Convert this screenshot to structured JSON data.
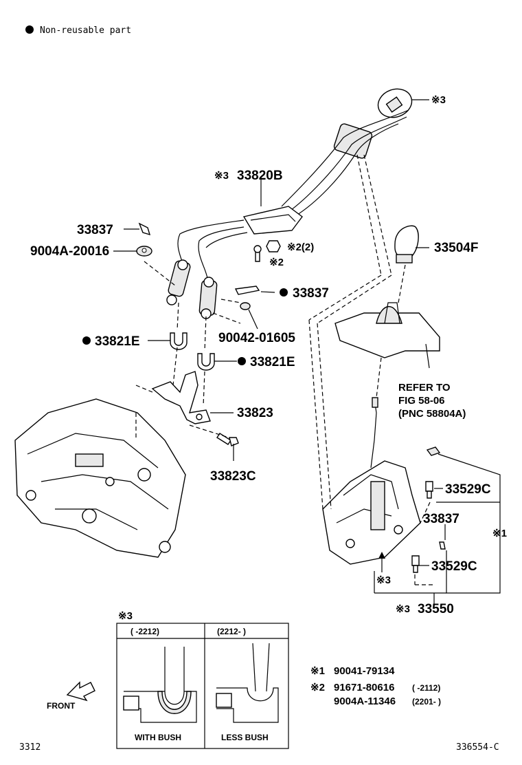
{
  "legend": {
    "bullet": "●",
    "text": "Non-reusable part"
  },
  "labels": {
    "p_33820B": "33820B",
    "p_33820B_mark": "※3",
    "p_mark3_top": "※3",
    "p_33837_a": "33837",
    "p_9004A_20016": "9004A-20016",
    "p_mark2_2": "※2(2)",
    "p_mark2": "※2",
    "p_33837_b": "33837",
    "p_33504F": "33504F",
    "p_90042_01605": "90042-01605",
    "p_33821E_a": "33821E",
    "p_33821E_b": "33821E",
    "p_33823": "33823",
    "p_33823C": "33823C",
    "refer_line1": "REFER TO",
    "refer_line2": "FIG 58-06",
    "refer_line3": "(PNC 58804A)",
    "p_33529C_a": "33529C",
    "p_33837_c": "33837",
    "p_mark1": "※1",
    "p_33529C_b": "33529C",
    "p_mark3_arrow": "※3",
    "p_33550": "33550",
    "p_33550_mark": "※3",
    "inset_mark": "※3",
    "inset_left_header": "(     -2212)",
    "inset_right_header": "(2212-     )",
    "inset_left_caption": "WITH BUSH",
    "inset_right_caption": "LESS BUSH",
    "front_label": "FRONT"
  },
  "notes": [
    {
      "mark": "※1",
      "part": "90041-79134",
      "range": ""
    },
    {
      "mark": "※2",
      "part": "91671-80616",
      "range": "(     -2112)"
    },
    {
      "mark": "",
      "part": "9004A-11346",
      "range": "(2201-     )"
    }
  ],
  "footer": {
    "left": "3312",
    "right": "336554-C"
  }
}
